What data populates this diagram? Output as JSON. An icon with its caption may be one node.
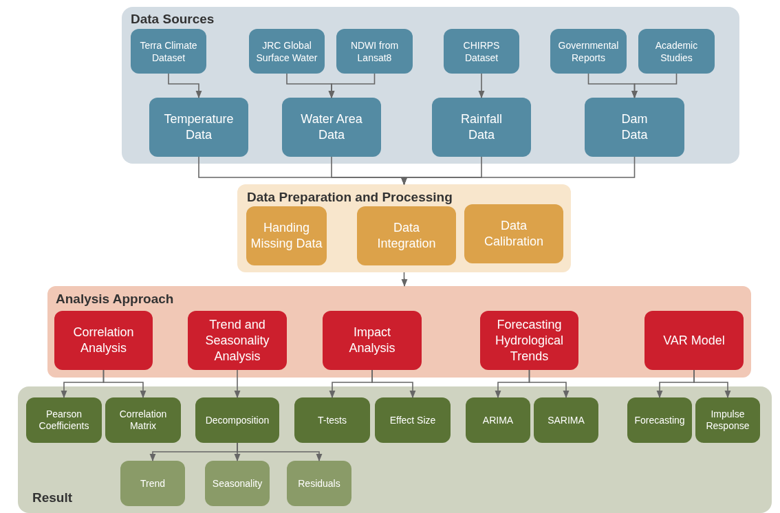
{
  "diagram": {
    "nodes": [
      {
        "text": [
          "Data Sources"
        ]
      },
      {
        "text": [
          "Terra Climate Dataset"
        ],
        "in": 0
      },
      {
        "text": [
          "JRC Global Surface Water"
        ],
        "in": 0
      },
      {
        "text": [
          "NDWI from Lansat8"
        ],
        "in": 0
      },
      {
        "text": [
          "CHIRPS Dataset"
        ],
        "in": 0
      },
      {
        "text": [
          "Governmental Reports"
        ],
        "in": 0
      },
      {
        "text": [
          "Academic Studies"
        ],
        "in": 0
      },
      {
        "text": [
          "Temperature Data"
        ],
        "in": 0
      },
      {
        "text": [
          "Water Area Data"
        ],
        "in": 0
      },
      {
        "text": [
          "Rainfall Data"
        ],
        "in": 0
      },
      {
        "text": [
          "Dam Data"
        ],
        "in": 0
      },
      {
        "text": [
          "Data Preparation and Processing"
        ]
      },
      {
        "text": [
          "Handing Missing Data"
        ],
        "in": 11
      },
      {
        "text": [
          "Data Integration"
        ],
        "in": 11
      },
      {
        "text": [
          "Data Calibration"
        ],
        "in": 11
      },
      {
        "text": [
          "Analysis Approach"
        ]
      },
      {
        "text": [
          "Correlation Analysis"
        ],
        "in": 15
      },
      {
        "text": [
          "Trend and Seasonality Analysis"
        ],
        "in": 15
      },
      {
        "text": [
          "Impact Analysis"
        ],
        "in": 15
      },
      {
        "text": [
          "Forecasting Hydrological Trends"
        ],
        "in": 15
      },
      {
        "text": [
          "VAR Model"
        ],
        "in": 15
      },
      {
        "text": [
          "Result"
        ]
      },
      {
        "text": [
          "Pearson Coefficients"
        ],
        "in": 21
      },
      {
        "text": [
          "Correlation Matrix"
        ],
        "in": 21
      },
      {
        "text": [
          "Decomposition"
        ],
        "in": 21
      },
      {
        "text": [
          "T-tests"
        ],
        "in": 21
      },
      {
        "text": [
          "Effect Size"
        ],
        "in": 21
      },
      {
        "text": [
          "ARIMA"
        ],
        "in": 21
      },
      {
        "text": [
          "SARIMA"
        ],
        "in": 21
      },
      {
        "text": [
          "Forecasting"
        ],
        "in": 21
      },
      {
        "text": [
          "Impulse Response"
        ],
        "in": 21
      },
      {
        "text": [
          "Trend"
        ],
        "in": 21
      },
      {
        "text": [
          "Seasonality"
        ],
        "in": 21
      },
      {
        "text": [
          "Residuals"
        ],
        "in": 21
      }
    ],
    "edges": [
      {
        "from": 1,
        "to": 7,
        "arrow": "to"
      },
      {
        "from": 2,
        "to": 8,
        "arrow": "to"
      },
      {
        "from": 3,
        "to": 8,
        "arrow": "to"
      },
      {
        "from": 4,
        "to": 9,
        "arrow": "to"
      },
      {
        "from": 5,
        "to": 10,
        "arrow": "to"
      },
      {
        "from": 6,
        "to": 10,
        "arrow": "to"
      },
      {
        "from": 7,
        "to": 11,
        "arrow": "to"
      },
      {
        "from": 8,
        "to": 11,
        "arrow": "to"
      },
      {
        "from": 9,
        "to": 11,
        "arrow": "to"
      },
      {
        "from": 10,
        "to": 11,
        "arrow": "to"
      },
      {
        "from": 11,
        "to": 15,
        "arrow": "to"
      },
      {
        "from": 16,
        "to": 22,
        "arrow": "to"
      },
      {
        "from": 16,
        "to": 23,
        "arrow": "to"
      },
      {
        "from": 17,
        "to": 24,
        "arrow": "to"
      },
      {
        "from": 18,
        "to": 25,
        "arrow": "to"
      },
      {
        "from": 18,
        "to": 26,
        "arrow": "to"
      },
      {
        "from": 19,
        "to": 27,
        "arrow": "to"
      },
      {
        "from": 19,
        "to": 28,
        "arrow": "to"
      },
      {
        "from": 20,
        "to": 29,
        "arrow": "to"
      },
      {
        "from": 20,
        "to": 30,
        "arrow": "to"
      },
      {
        "from": 24,
        "to": 31,
        "arrow": "to"
      },
      {
        "from": 24,
        "to": 32,
        "arrow": "to"
      },
      {
        "from": 24,
        "to": 33,
        "arrow": "to"
      }
    ]
  }
}
